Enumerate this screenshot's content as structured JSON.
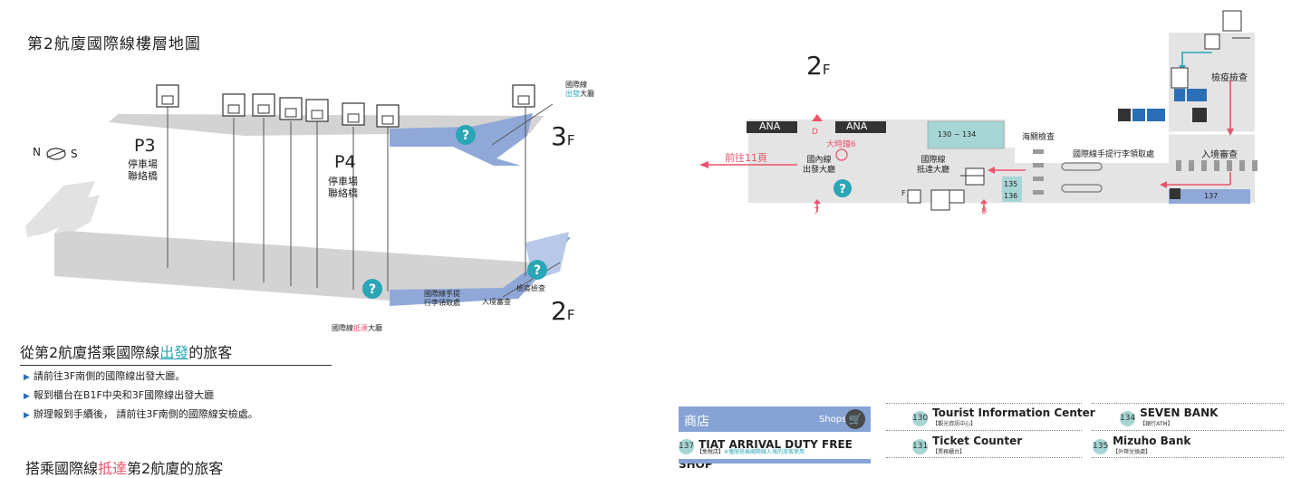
{
  "title": "第2航廈國際線樓層地圖",
  "colors": {
    "blue": "#8fa8d8",
    "teal": "#2aa6b6",
    "red": "#e8556a",
    "gray": "#d0d0d0"
  },
  "left_map": {
    "compass_n": "N",
    "compass_s": "S",
    "p3": "P3",
    "p3_sub1": "停車場",
    "p3_sub2": "聯絡橋",
    "p4": "P4",
    "p4_sub1": "停車場",
    "p4_sub2": "聯絡橋",
    "floor3": "3",
    "floor3_suffix": "F",
    "floor2": "2",
    "floor2_suffix": "F",
    "dep_hall_1": "國際線",
    "dep_hall_2a": "出發",
    "dep_hall_2b": "大廳",
    "baggage_1": "國際線手提",
    "baggage_2": "行李領取處",
    "quarantine": "檢疫檢查",
    "immigration": "入境審查",
    "arr_hall_a": "國際線",
    "arr_hall_b": "抵達",
    "arr_hall_c": "大廳"
  },
  "section_departure": {
    "pre": "從第2航廈搭乘國際線",
    "hl": "出發",
    "post": "的旅客",
    "bullets": [
      "請前往3F南側的國際線出發大廳。",
      "報到櫃台在B1F中央和3F國際線出發大廳",
      "辦理報到手續後， 請前往3F南側的國際線安檢處。"
    ]
  },
  "section_arrival": {
    "pre": "搭乘國際線",
    "hl": "抵達",
    "post": "第2航廈的旅客"
  },
  "right_map": {
    "floor": "2",
    "floor_suffix": "F",
    "ana1": "ANA",
    "ana2": "ANA",
    "d": "D",
    "clock": "大時鐘6",
    "to11": "前往11頁",
    "domestic_1": "國內線",
    "domestic_2": "出發大廳",
    "intl_arr_1": "國際線",
    "intl_arr_2": "抵達大廳",
    "range": "130 ~ 134",
    "customs": "海關檢查",
    "baggage": "國際線手提行李領取處",
    "quarantine": "檢疫檢查",
    "immigration": "入境審查",
    "n135": "135",
    "n136": "136",
    "n137": "137",
    "n7": "7",
    "n8": "8",
    "floor_f": "F"
  },
  "shops": {
    "zh": "商店",
    "en": "Shops",
    "items": [
      {
        "num": "137",
        "name": "TIAT ARRIVAL DUTY FREE SHOP",
        "sub": "【免稅店】",
        "note": "※僅限搭乘國際線入境的旅客使用"
      }
    ]
  },
  "services": [
    {
      "num": "130",
      "name": "Tourist Information Center",
      "sub": "【觀光資訊中心】"
    },
    {
      "num": "131",
      "name": "Ticket Counter",
      "sub": "【票務櫃台】"
    },
    {
      "num": "134",
      "name": "SEVEN BANK",
      "sub": "【銀行ATM】"
    },
    {
      "num": "135",
      "name": "Mizuho Bank",
      "sub": "【外幣兌換處】"
    }
  ]
}
